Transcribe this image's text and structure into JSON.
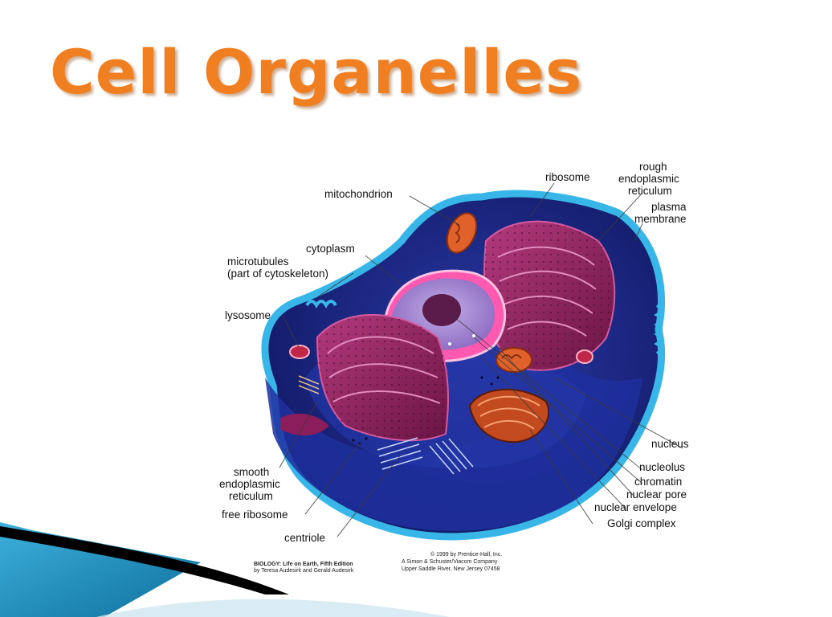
{
  "title": "Cell Organelles",
  "labels": {
    "mitochondrion": "mitochondrion",
    "cytoplasm": "cytoplasm",
    "microtubules_1": "microtubules",
    "microtubules_2": "(part of cytoskeleton)",
    "lysosome": "lysosome",
    "smooth_er_1": "smooth",
    "smooth_er_2": "endoplasmic",
    "smooth_er_3": "reticulum",
    "free_ribosome": "free ribosome",
    "centriole": "centriole",
    "ribosome": "ribosome",
    "rough_er_1": "rough",
    "rough_er_2": "endoplasmic",
    "rough_er_3": "reticulum",
    "plasma_membrane_1": "plasma",
    "plasma_membrane_2": "membrane",
    "nucleus": "nucleus",
    "nucleolus": "nucleolus",
    "chromatin": "chromatin",
    "nuclear_pore": "nuclear pore",
    "nuclear_envelope": "nuclear envelope",
    "golgi_complex": "Golgi complex"
  },
  "credits": {
    "book_title": "BIOLOGY: Life on Earth, Fifth Edition",
    "book_authors": "by Teresa Audesirk and Gerald Audesirk",
    "copyright_1": "© 1999 by Prentice-Hall, Inc.",
    "copyright_2": "A Simon & Schuster/Viacom Company",
    "copyright_3": "Upper Saddle River, New Jersey 07458"
  },
  "colors": {
    "title": "#f07f22",
    "cytoplasm_blue": "#1b2a8a",
    "membrane_cyan": "#38b6e8",
    "organelle_magenta": "#8a1d5a",
    "nucleus_lavender": "#a98ad0",
    "mitochondrion_orange": "#e0622a",
    "ribbon_teal": "#1f8fbf",
    "ribbon_black": "#000000"
  }
}
